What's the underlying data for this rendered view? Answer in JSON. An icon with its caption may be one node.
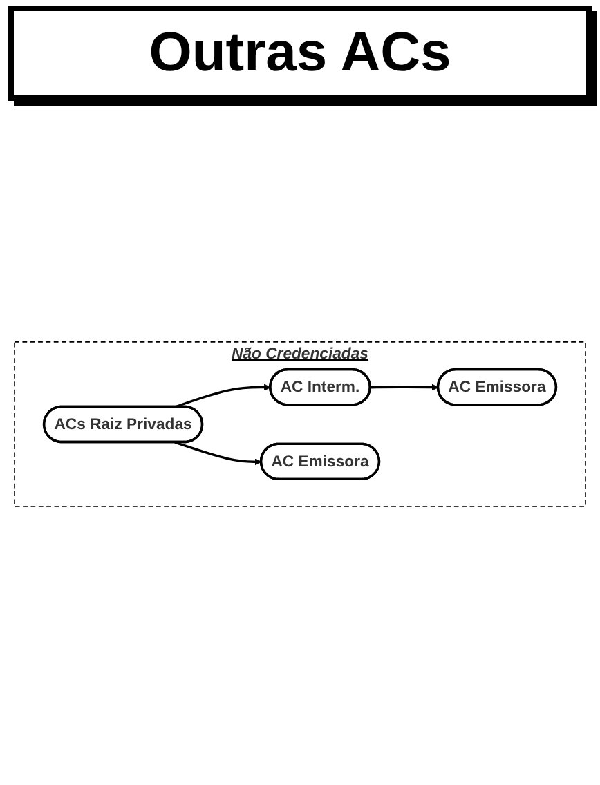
{
  "diagram": {
    "title": "Outras ACs",
    "nodes": [
      {
        "text": [
          "Não Credenciadas"
        ]
      },
      {
        "text": [
          "ACs Raiz Privadas"
        ],
        "in": 0
      },
      {
        "text": [
          "AC Interm."
        ],
        "in": 0
      },
      {
        "text": [
          "AC Emissora"
        ],
        "in": 0
      },
      {
        "text": [
          "AC Emissora"
        ],
        "in": 0
      }
    ],
    "edges": [
      {
        "from": 1,
        "to": 2,
        "arrow": "to"
      },
      {
        "from": 2,
        "to": 3,
        "arrow": "to"
      },
      {
        "from": 1,
        "to": 4,
        "arrow": "to"
      }
    ]
  }
}
